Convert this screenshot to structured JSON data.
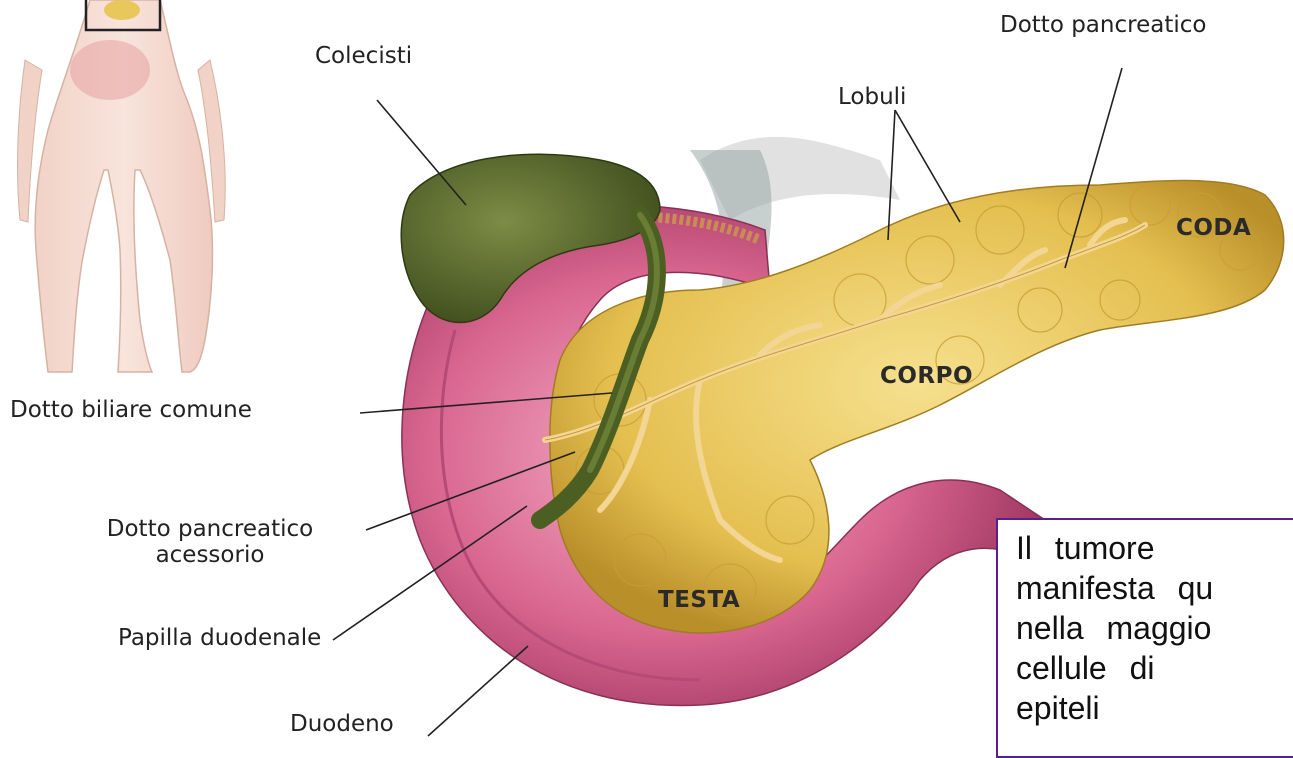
{
  "labels": {
    "colecisti": "Colecisti",
    "lobuli": "Lobuli",
    "dotto_pancreatico": "Dotto pancreatico",
    "dotto_biliare_comune": "Dotto biliare comune",
    "dotto_pancreatico_accessorio_1": "Dotto pancreatico",
    "dotto_pancreatico_accessorio_2": "acessorio",
    "papilla_duodenale": "Papilla duodenale",
    "duodeno": "Duodeno"
  },
  "regions": {
    "coda": "CODA",
    "corpo": "CORPO",
    "testa": "TESTA"
  },
  "textbox": {
    "lines": [
      "Il    tumore",
      "manifesta qu",
      "nella  maggio",
      "cellule    di",
      "epiteli"
    ]
  },
  "colors": {
    "pancreas": "#e6c452",
    "duodenum": "#d4688f",
    "gallbladder": "#5b6b2f",
    "duct": "#f2d48a",
    "border": "#5a1f8a"
  }
}
